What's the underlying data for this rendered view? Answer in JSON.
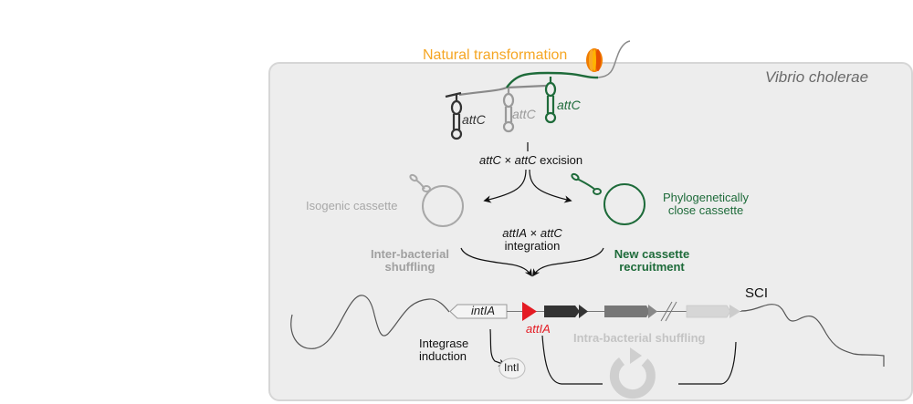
{
  "colors": {
    "orange_text": "#f5a623",
    "green": "#1e6b3a",
    "grey_light": "#a8a8a8",
    "grey_mid": "#8a8a8a",
    "dark": "#333333",
    "red": "#e41b23",
    "panel_bg": "#ededed"
  },
  "title": {
    "natural_transformation": "Natural transformation",
    "organism": "Vibrio cholerae"
  },
  "attc_labels": [
    "attC",
    "attC",
    "attC"
  ],
  "excision": {
    "part1": "attC",
    "times": " × ",
    "part2": "attC",
    "suffix": " excision"
  },
  "cassettes": {
    "isogenic": "Isogenic cassette",
    "phylo_line1": "Phylogenetically",
    "phylo_line2": "close cassette"
  },
  "integration": {
    "line1_a": "attIA",
    "line1_times": " × ",
    "line1_b": "attC",
    "line2": "integration"
  },
  "outcomes": {
    "inter_line1": "Inter-bacterial",
    "inter_line2": "shuffling",
    "new_line1": "New cassette",
    "new_line2": "recruitment",
    "intra": "Intra-bacterial shuffling"
  },
  "locus": {
    "intIA": "intIA",
    "attIA": "attIA",
    "sci": "SCI",
    "integrase_line1": "Integrase",
    "integrase_line2": "induction",
    "intI": "IntI"
  }
}
